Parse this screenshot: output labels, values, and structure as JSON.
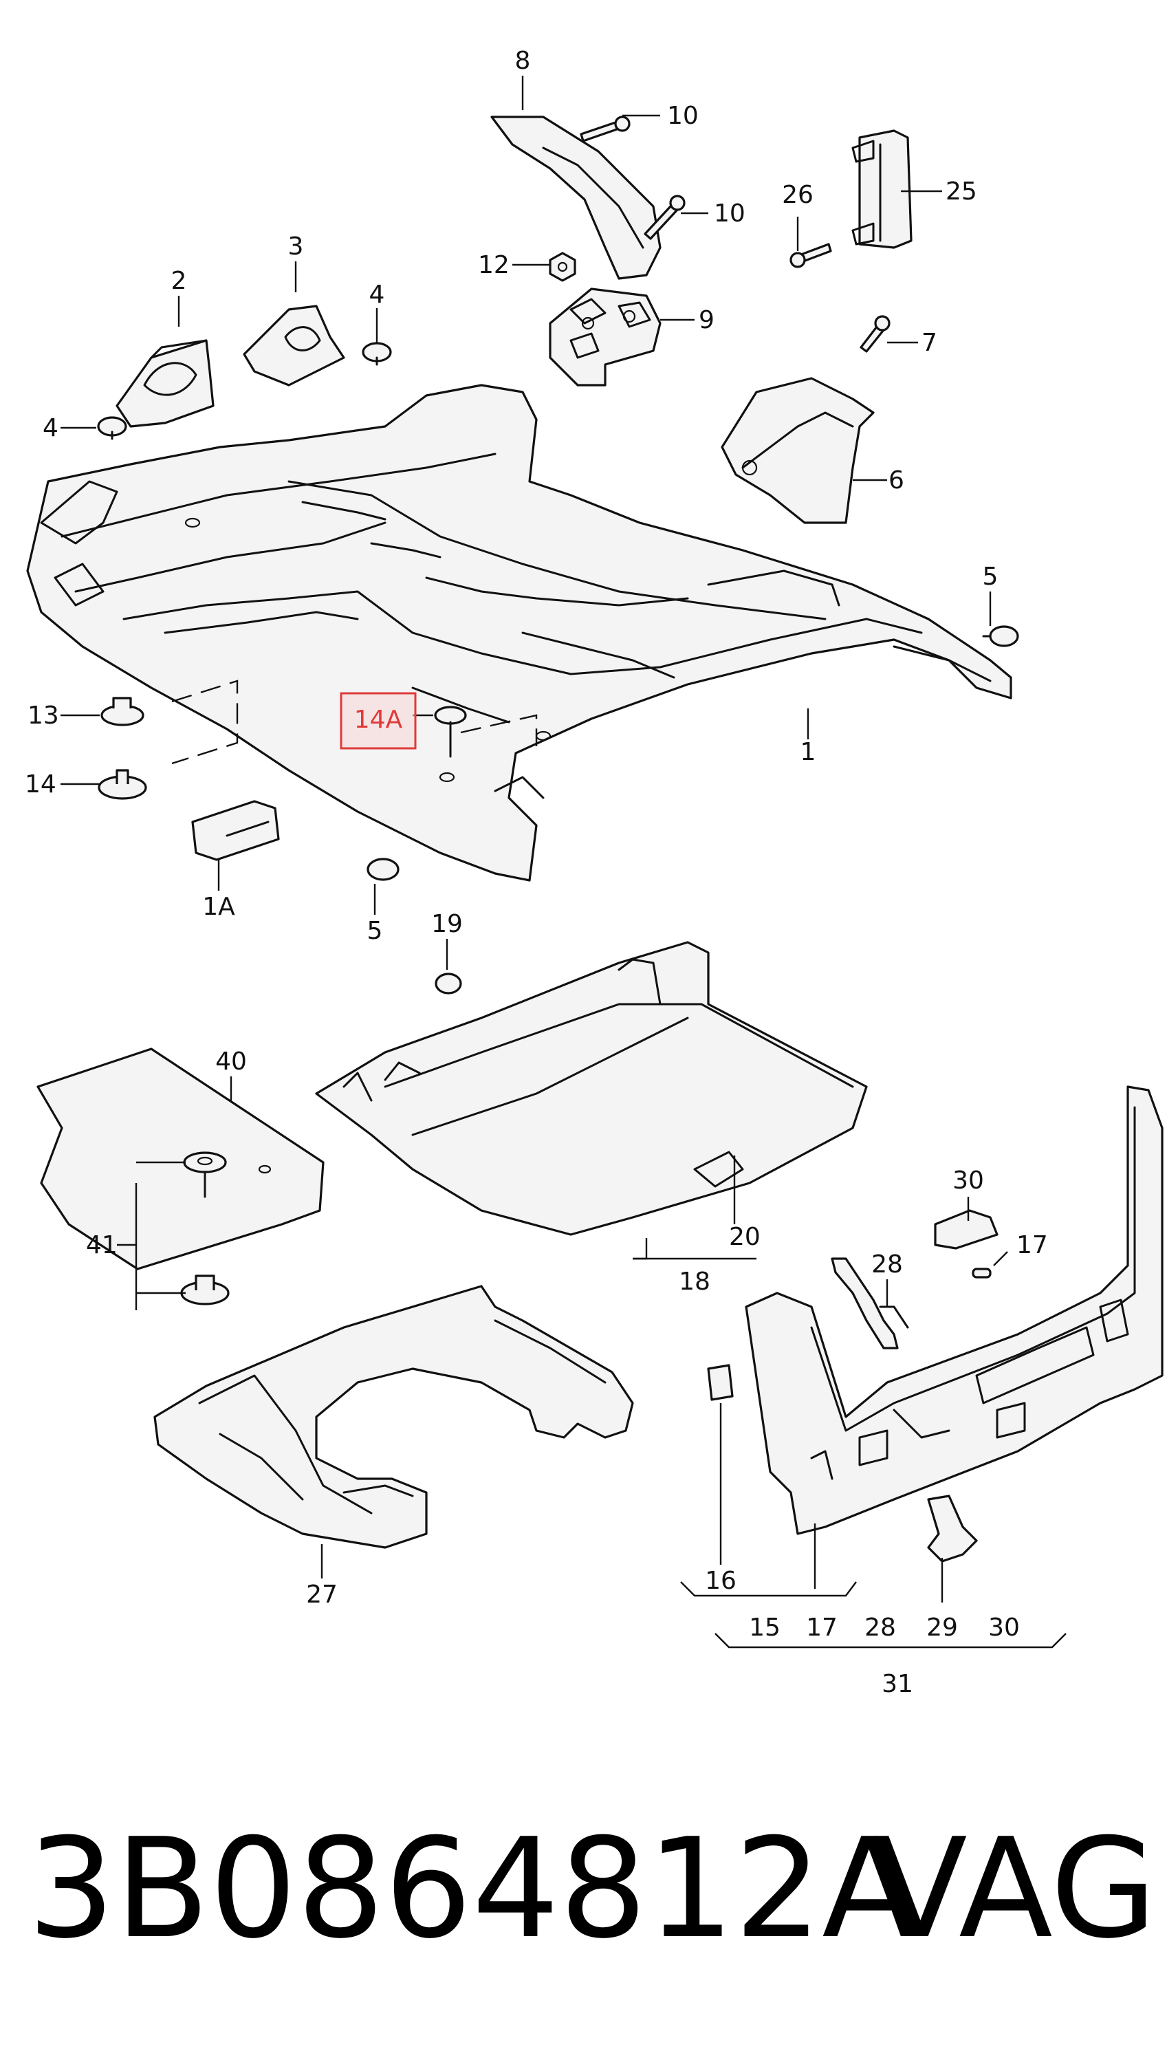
{
  "labels": {
    "l1": "1",
    "l1A": "1A",
    "l2": "2",
    "l3": "3",
    "l4a": "4",
    "l4b": "4",
    "l5a": "5",
    "l5b": "5",
    "l6": "6",
    "l7": "7",
    "l8": "8",
    "l9": "9",
    "l10a": "10",
    "l10b": "10",
    "l12": "12",
    "l13": "13",
    "l14": "14",
    "l14A": "14A",
    "l15": "15",
    "l16": "16",
    "l17a": "17",
    "l17b": "17",
    "l18": "18",
    "l19": "19",
    "l20": "20",
    "l25": "25",
    "l26": "26",
    "l27": "27",
    "l28a": "28",
    "l28b": "28",
    "l29": "29",
    "l30a": "30",
    "l30b": "30",
    "l31": "31",
    "l40": "40",
    "l41": "41"
  },
  "highlight": {
    "label": "14A",
    "color": "#e03a3a"
  },
  "footer": {
    "part_number": "3B0864812A",
    "brand": "VAG"
  }
}
